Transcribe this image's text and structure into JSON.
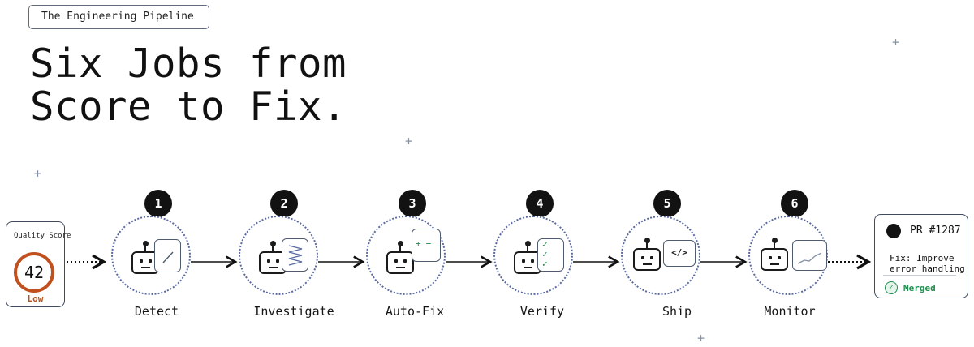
{
  "header": {
    "tag": "The Engineering Pipeline",
    "headline": "Six Jobs from\nScore to Fix."
  },
  "quality_card": {
    "title": "Quality Score",
    "score": "42",
    "level": "Low"
  },
  "steps": [
    {
      "number": "1",
      "label": "Detect",
      "icon": "trend-line-icon"
    },
    {
      "number": "2",
      "label": "Investigate",
      "icon": "zigzag-trace-icon"
    },
    {
      "number": "3",
      "label": "Auto-Fix",
      "icon": "plus-minus-diff-icon"
    },
    {
      "number": "4",
      "label": "Verify",
      "icon": "checklist-icon"
    },
    {
      "number": "5",
      "label": "Ship",
      "icon": "code-icon",
      "glyph": "</>"
    },
    {
      "number": "6",
      "label": "Monitor",
      "icon": "line-graph-icon"
    }
  ],
  "diff_icon": {
    "plus": "+",
    "minus": "−"
  },
  "check_icon": {
    "mark": "✓"
  },
  "pr_card": {
    "number": "PR #1287",
    "title": "Fix: Improve error handling",
    "status": "Merged",
    "status_icon": "✓"
  },
  "decor": {
    "sparkle": "+"
  },
  "colors": {
    "accent_orange": "#c0501e",
    "success_green": "#1e8f4e",
    "dotted_blue": "#5a6aa0",
    "badge_black": "#121212"
  }
}
